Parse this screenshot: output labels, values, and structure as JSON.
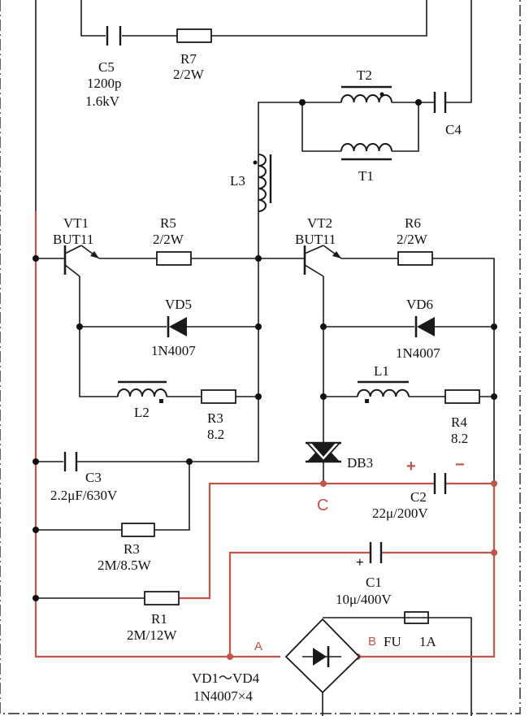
{
  "labels": {
    "c5": "C5",
    "c5_val1": "1200p",
    "c5_val2": "1.6kV",
    "r7": "R7",
    "r7_val": "2/2W",
    "t2": "T2",
    "t1": "T1",
    "c4": "C4",
    "l3": "L3",
    "vt1": "VT1",
    "vt1_type": "BUT11",
    "r5": "R5",
    "r5_val": "2/2W",
    "vt2": "VT2",
    "vt2_type": "BUT11",
    "r6": "R6",
    "r6_val": "2/2W",
    "vd5": "VD5",
    "vd5_type": "1N4007",
    "vd6": "VD6",
    "vd6_type": "1N4007",
    "l2": "L2",
    "r3a": "R3",
    "r3a_val": "8.2",
    "l1": "L1",
    "r4": "R4",
    "r4_val": "8.2",
    "db3": "DB3",
    "c3": "C3",
    "c3_val": "2.2μF/630V",
    "plus": "+",
    "minus": "−",
    "c2": "C2",
    "c2_val": "22μ/200V",
    "node_c": "C",
    "r3b": "R3",
    "r3b_val": "2M/8.5W",
    "c1_plus": "+",
    "c1": "C1",
    "c1_val": "10μ/400V",
    "r1": "R1",
    "r1_val": "2M/12W",
    "node_a": "A",
    "node_b": "B",
    "fu": "FU",
    "fu_val": "1A",
    "bridge": "VD1～VD4",
    "bridge_type": "1N4007×4"
  }
}
